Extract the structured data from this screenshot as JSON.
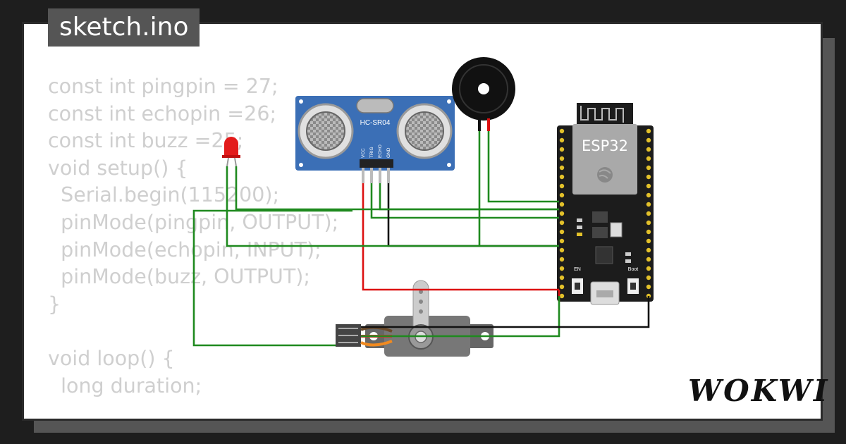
{
  "tab": {
    "filename": "sketch.ino"
  },
  "code": {
    "lines": [
      "const int pingpin = 27;",
      "const int echopin =26;",
      "const int buzz =25;",
      "void setup() {",
      "  Serial.begin(115200);",
      "  pinMode(pingpin, OUTPUT);",
      "  pinMode(echopin, INPUT);",
      "  pinMode(buzz, OUTPUT);",
      "}",
      "",
      "void loop() {",
      "  long duration;"
    ]
  },
  "sensor": {
    "model": "HC-SR04",
    "pins": [
      "VCC",
      "TRIG",
      "ECHO",
      "GND"
    ]
  },
  "board": {
    "name": "ESP32",
    "en_label": "EN",
    "boot_label": "Boot"
  },
  "brand": {
    "logo": "WOKWI"
  },
  "colors": {
    "wire_green": "#1f8a1f",
    "wire_red": "#dd1111",
    "wire_black": "#111111",
    "sensor_blue": "#3b6fb6",
    "board_black": "#1c1c1c"
  }
}
